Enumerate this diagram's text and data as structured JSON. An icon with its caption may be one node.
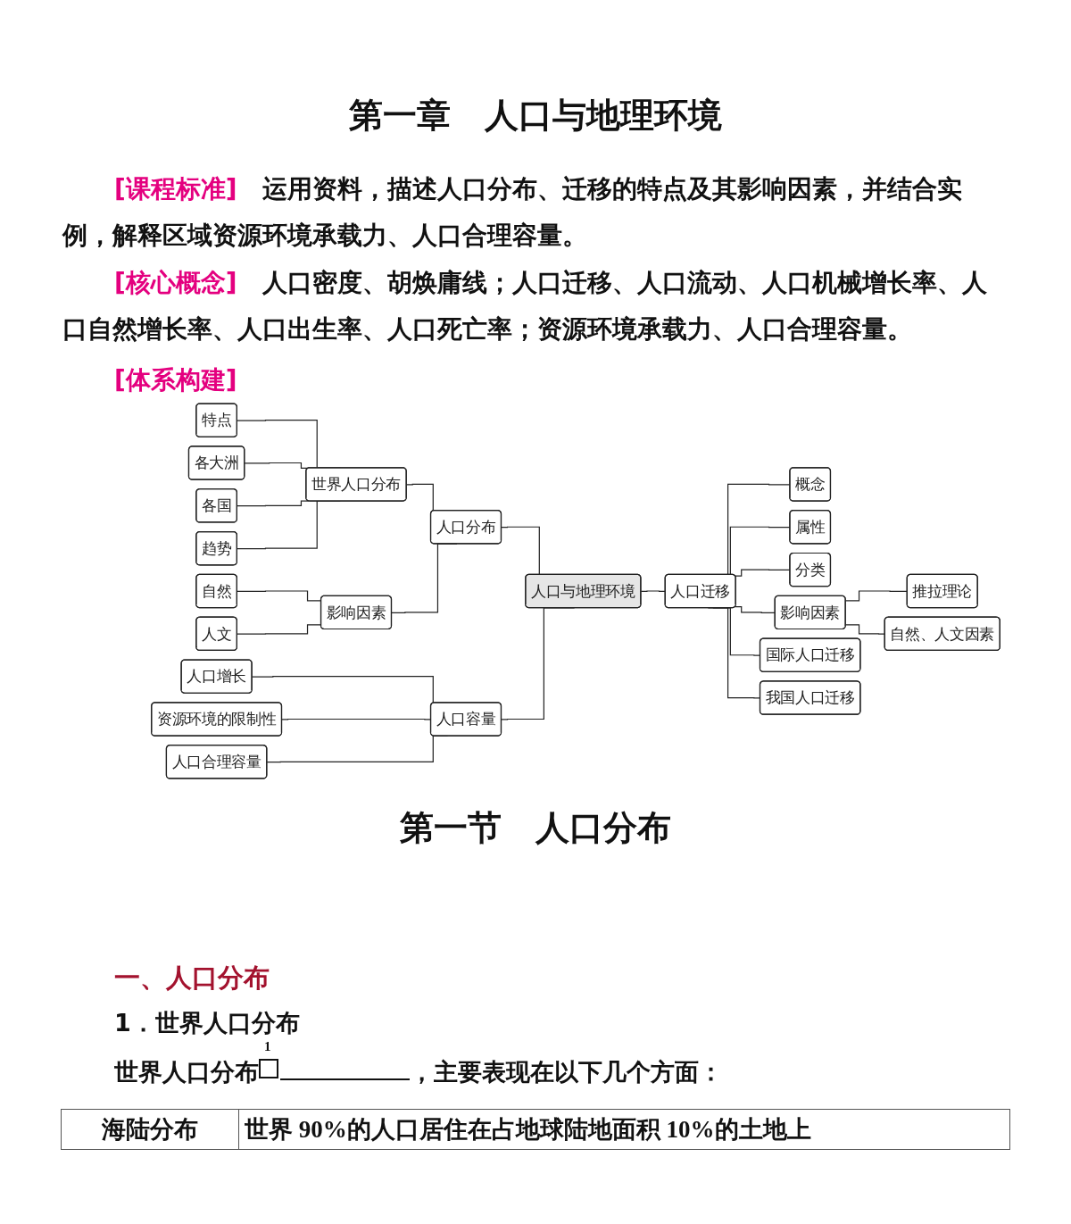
{
  "diagram": {
    "title": "第一章　人口与地理环境",
    "nodes": [
      {
        "text": [
          "特点"
        ]
      },
      {
        "text": [
          "各大洲"
        ]
      },
      {
        "text": [
          "各国"
        ]
      },
      {
        "text": [
          "趋势"
        ]
      },
      {
        "text": [
          "自然"
        ]
      },
      {
        "text": [
          "人文"
        ]
      },
      {
        "text": [
          "人口增长"
        ]
      },
      {
        "text": [
          "资源环境的限制性"
        ]
      },
      {
        "text": [
          "人口合理容量"
        ]
      },
      {
        "text": [
          "世界人口分布"
        ]
      },
      {
        "text": [
          "影响因素"
        ]
      },
      {
        "text": [
          "人口分布"
        ]
      },
      {
        "text": [
          "人口容量"
        ]
      },
      {
        "text": [
          "人口与地理环境"
        ]
      },
      {
        "text": [
          "人口迁移"
        ]
      },
      {
        "text": [
          "概念"
        ]
      },
      {
        "text": [
          "属性"
        ]
      },
      {
        "text": [
          "分类"
        ]
      },
      {
        "text": [
          "影响因素"
        ]
      },
      {
        "text": [
          "推拉理论"
        ]
      },
      {
        "text": [
          "自然、人文因素"
        ]
      },
      {
        "text": [
          "国际人口迁移"
        ]
      },
      {
        "text": [
          "我国人口迁移"
        ]
      }
    ],
    "edges": [
      {
        "from": 0,
        "to": 9,
        "arrow": "none"
      },
      {
        "from": 1,
        "to": 9,
        "arrow": "none"
      },
      {
        "from": 2,
        "to": 9,
        "arrow": "none"
      },
      {
        "from": 3,
        "to": 9,
        "arrow": "none"
      },
      {
        "from": 4,
        "to": 10,
        "arrow": "none"
      },
      {
        "from": 5,
        "to": 10,
        "arrow": "none"
      },
      {
        "from": 9,
        "to": 11,
        "arrow": "none"
      },
      {
        "from": 10,
        "to": 11,
        "arrow": "none"
      },
      {
        "from": 6,
        "to": 12,
        "arrow": "none"
      },
      {
        "from": 7,
        "to": 12,
        "arrow": "none"
      },
      {
        "from": 8,
        "to": 12,
        "arrow": "none"
      },
      {
        "from": 11,
        "to": 13,
        "arrow": "none"
      },
      {
        "from": 12,
        "to": 13,
        "arrow": "none"
      },
      {
        "from": 13,
        "to": 14,
        "arrow": "none"
      },
      {
        "from": 14,
        "to": 15,
        "arrow": "none"
      },
      {
        "from": 14,
        "to": 16,
        "arrow": "none"
      },
      {
        "from": 14,
        "to": 17,
        "arrow": "none"
      },
      {
        "from": 14,
        "to": 18,
        "arrow": "none"
      },
      {
        "from": 14,
        "to": 21,
        "arrow": "none"
      },
      {
        "from": 14,
        "to": 22,
        "arrow": "none"
      },
      {
        "from": 18,
        "to": 19,
        "arrow": "none"
      },
      {
        "from": 18,
        "to": 20,
        "arrow": "none"
      }
    ],
    "labels": [
      "[课程标准]",
      "运用资料，描述人口分布、迁移的特点及其影响因素，并结合实例，解释区域资源环境承载力、人口合理容量。",
      "[核心概念]",
      "人口密度、胡焕庸线；人口迁移、人口流动、人口机械增长率、人口自然增长率、人口出生率、人口死亡率；资源环境承载力、人口合理容量。",
      "[体系构建]",
      "第一节　人口分布",
      "一、人口分布",
      "1．世界人口分布",
      "世界人口分布",
      "1",
      "，主要表现在以下几个方面：",
      "海陆分布",
      "世界 90%的人口居住在占地球陆地面积 10%的土地上"
    ]
  }
}
